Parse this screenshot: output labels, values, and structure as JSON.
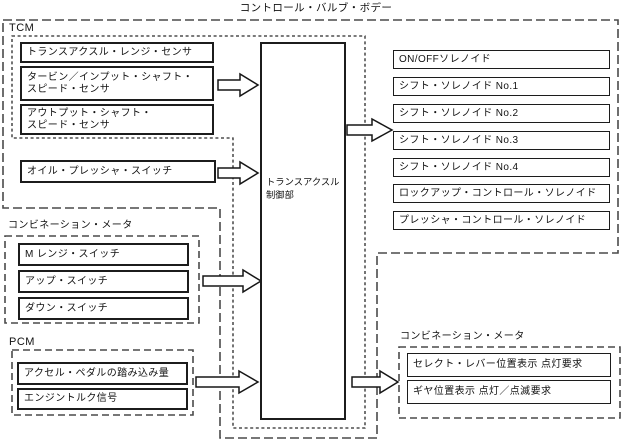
{
  "title": "コントロール・バルブ・ボデー",
  "tcm": {
    "label": "TCM",
    "sensors": [
      {
        "label": "トランスアクスル・レンジ・センサ"
      },
      {
        "label": "タービン／インプット・シャフト・\nスピード・センサ"
      },
      {
        "label": "アウトプット・シャフト・\nスピード・センサ"
      }
    ],
    "control_unit_label": "トランスアクスル\n制御部"
  },
  "oil_pressure_switch": {
    "label": "オイル・プレッシャ・スイッチ"
  },
  "combination_meter_inputs": {
    "label": "コンビネーション・メータ",
    "switches": [
      {
        "label": "M レンジ・スイッチ"
      },
      {
        "label": "アップ・スイッチ"
      },
      {
        "label": "ダウン・スイッチ"
      }
    ]
  },
  "pcm": {
    "label": "PCM",
    "signals": [
      {
        "label": "アクセル・ペダルの踏み込み量"
      },
      {
        "label": "エンジントルク信号"
      }
    ]
  },
  "solenoids": [
    {
      "label": "ON/OFFソレノイド"
    },
    {
      "label": "シフト・ソレノイド No.1"
    },
    {
      "label": "シフト・ソレノイド No.2"
    },
    {
      "label": "シフト・ソレノイド No.3"
    },
    {
      "label": "シフト・ソレノイド No.4"
    },
    {
      "label": "ロックアップ・コントロール・ソレノイド"
    },
    {
      "label": "プレッシャ・コントロール・ソレノイド"
    }
  ],
  "combination_meter_outputs": {
    "label": "コンビネーション・メータ",
    "requests": [
      {
        "label": "セレクト・レバー位置表示 点灯要求"
      },
      {
        "label": "ギヤ位置表示 点灯／点滅要求"
      }
    ]
  },
  "colors": {
    "line": "#1c1c1c",
    "dashed_boundary": "#4a4a4a",
    "background": "#ffffff"
  }
}
